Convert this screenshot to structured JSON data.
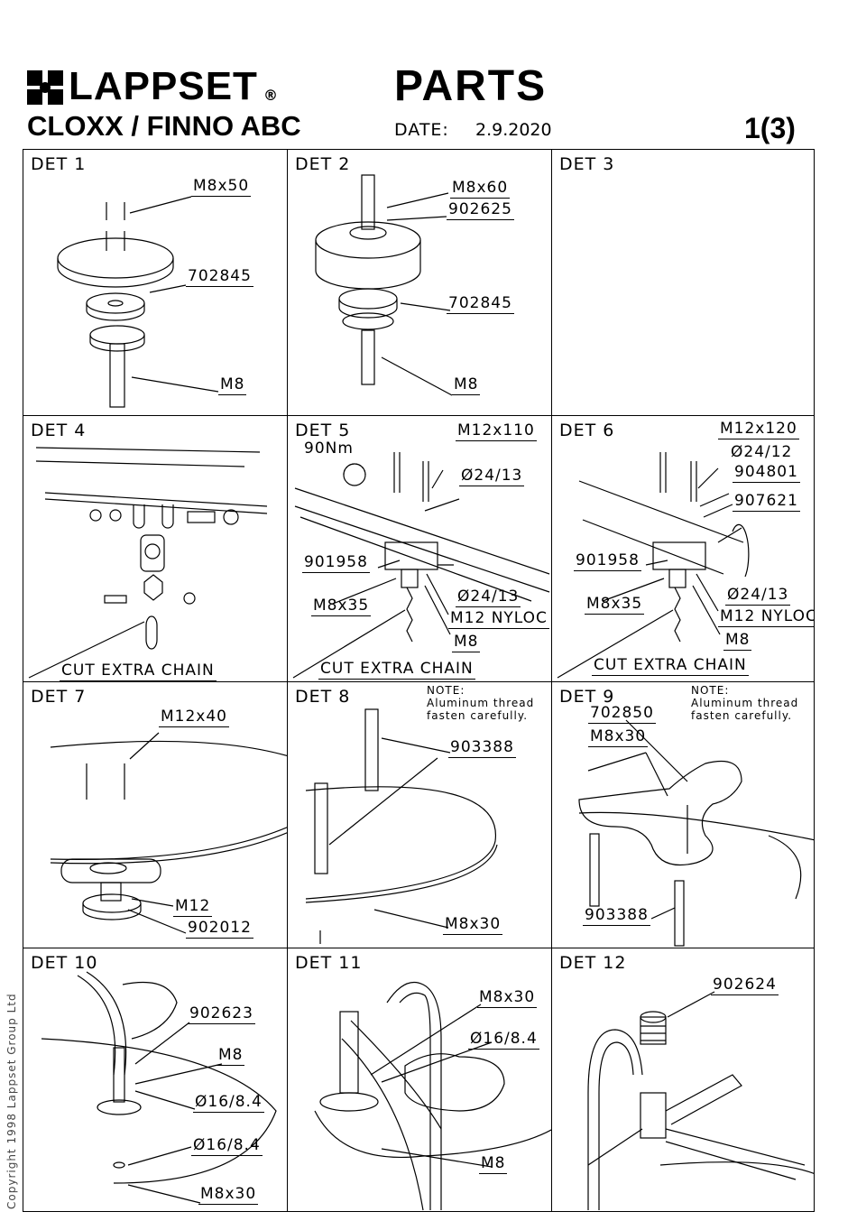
{
  "header": {
    "brand": "LAPPSET",
    "registered": "®",
    "doc_type": "PARTS",
    "product": "CLOXX / FINNO ABC",
    "date_label": "DATE:",
    "date": "2.9.2020",
    "page": "1(3)"
  },
  "copyright": "Copyright 1998 Lappset Group Ltd",
  "details": [
    {
      "title": "DET 1",
      "labels": [
        "M8x50",
        "702845",
        "M8"
      ]
    },
    {
      "title": "DET 2",
      "labels": [
        "M8x60",
        "902625",
        "702845",
        "M8"
      ]
    },
    {
      "title": "DET 3",
      "labels": []
    },
    {
      "title": "DET 4",
      "labels": [
        "CUT EXTRA CHAIN"
      ]
    },
    {
      "title": "DET 5",
      "labels": [
        "90Nm",
        "M12x110",
        "Ø24/13",
        "901958",
        "Ø24/13",
        "M8x35",
        "M12 NYLOC",
        "M8",
        "CUT EXTRA CHAIN"
      ]
    },
    {
      "title": "DET 6",
      "labels": [
        "M12x120",
        "Ø24/12",
        "904801",
        "907621",
        "901958",
        "Ø24/13",
        "M8x35",
        "M12 NYLOC",
        "M8",
        "CUT EXTRA CHAIN"
      ]
    },
    {
      "title": "DET 7",
      "labels": [
        "M12x40",
        "M12",
        "902012"
      ]
    },
    {
      "title": "DET 8",
      "note": "NOTE:\nAluminum thread\nfasten carefully.",
      "labels": [
        "903388",
        "M8x30"
      ]
    },
    {
      "title": "DET 9",
      "note": "NOTE:\nAluminum thread\nfasten carefully.",
      "labels": [
        "702850",
        "M8x30",
        "903388"
      ]
    },
    {
      "title": "DET 10",
      "labels": [
        "902623",
        "M8",
        "Ø16/8.4",
        "Ø16/8.4",
        "M8x30"
      ]
    },
    {
      "title": "DET 11",
      "labels": [
        "M8x30",
        "Ø16/8.4",
        "M8"
      ]
    },
    {
      "title": "DET 12",
      "labels": [
        "902624"
      ]
    }
  ]
}
